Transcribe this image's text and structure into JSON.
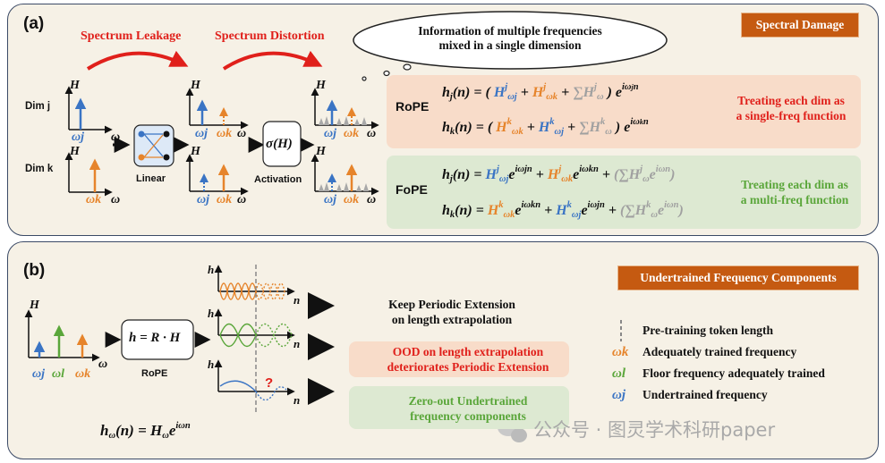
{
  "panel_a": {
    "label": "(a)",
    "tag": "Spectral Damage",
    "spectrum_leakage": "Spectrum Leakage",
    "spectrum_distortion": "Spectrum Distortion",
    "thought_line1": "Information of multiple frequencies",
    "thought_line2": "mixed in a single dimension",
    "dim_j": "Dim j",
    "dim_k": "Dim k",
    "axis_H": "H",
    "axis_w": "ω",
    "w_j": "ωj",
    "w_k": "ωk",
    "linear_label": "Linear",
    "activation_fn": "σ(H)",
    "activation_label": "Activation",
    "rope_name": "RoPE",
    "fope_name": "FoPE",
    "rope_note_line1": "Treating each dim as",
    "rope_note_line2": "a single-freq function",
    "fope_note_line1": "Treating each dim as",
    "fope_note_line2": "a multi-freq function",
    "colors": {
      "red": "#e0201b",
      "green": "#5aa63a",
      "blue": "#3a74c4",
      "orange": "#e6842b",
      "gray": "#a8a8a8",
      "tag": "#c55a11"
    }
  },
  "panel_b": {
    "label": "(b)",
    "tag": "Undertrained Frequency Components",
    "axis_H": "H",
    "axis_h": "h",
    "axis_n": "n",
    "axis_w": "ω",
    "w_j": "ωj",
    "w_l": "ωl",
    "w_k": "ωk",
    "rope_fn": "h = R · H",
    "rope_label": "RoPE",
    "keep_line1": "Keep Periodic Extension",
    "keep_line2": "on length extrapolation",
    "ood_line1": "OOD on length extrapolation",
    "ood_line2": "deteriorates Periodic Extension",
    "zero_line1": "Zero-out Undertrained",
    "zero_line2": "frequency components",
    "question_mark": "?",
    "legend": [
      {
        "symbol": "|",
        "text": "Pre-training token length"
      },
      {
        "symbol": "ωk",
        "text": "Adequately trained frequency"
      },
      {
        "symbol": "ωl",
        "text": "Floor frequency adequately trained"
      },
      {
        "symbol": "ωj",
        "text": "Undertrained frequency"
      }
    ],
    "watermark": "公众号 · 图灵学术科研paper"
  }
}
